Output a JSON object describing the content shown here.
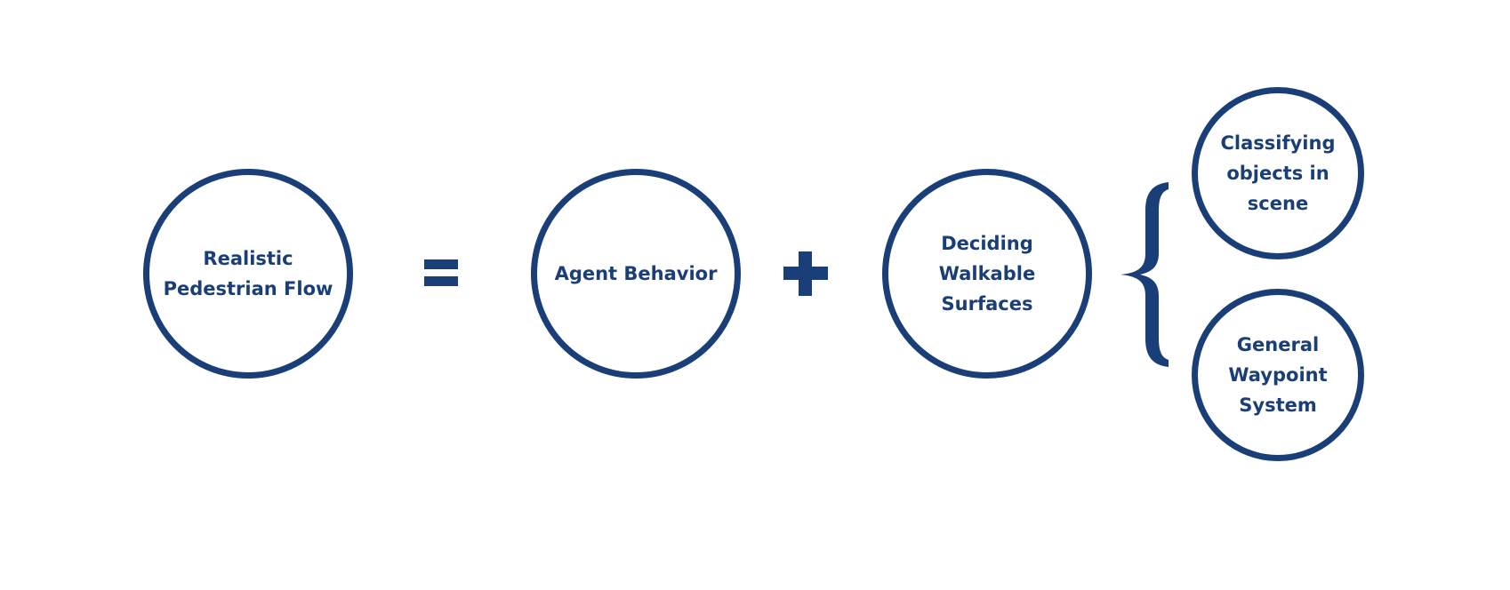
{
  "diagram": {
    "nodes": {
      "realistic_pedestrian_flow": "Realistic\nPedestrian Flow",
      "agent_behavior": "Agent Behavior",
      "deciding_walkable_surfaces": "Deciding\nWalkable\nSurfaces",
      "classifying_objects": "Classifying\nobjects in\nscene",
      "general_waypoint_system": "General\nWaypoint\nSystem"
    },
    "operators": {
      "equals": "equals-symbol",
      "plus": "plus-symbol",
      "brace": "left-curly-brace"
    },
    "colors": {
      "accent": "#1a3e78",
      "background": "#ffffff"
    }
  }
}
